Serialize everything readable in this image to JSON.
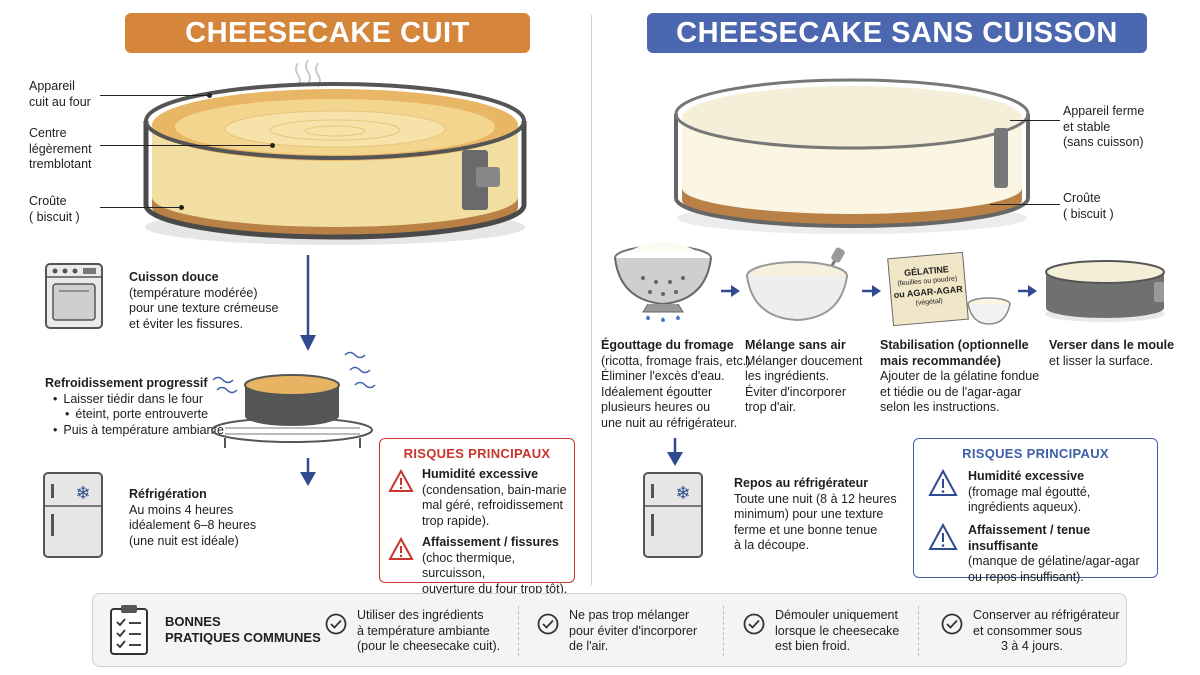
{
  "colors": {
    "baked_banner": "#D5863A",
    "nobake_banner": "#4A67B0",
    "risk_red": "#C8342E",
    "risk_blue": "#3E5FA8",
    "arrow_blue": "#2F4A8F"
  },
  "baked": {
    "title": "CHEESECAKE CUIT",
    "labels": {
      "appareil": [
        "Appareil",
        "cuit au four"
      ],
      "centre": [
        "Centre",
        "légèrement",
        "tremblotant"
      ],
      "croute": [
        "Croûte",
        "( biscuit )"
      ]
    },
    "step1": {
      "title": "Cuisson douce",
      "lines": [
        "(température modérée)",
        "pour une texture crémeuse",
        "et éviter les fissures."
      ]
    },
    "step2": {
      "title": "Refroidissement progressif",
      "bullets": [
        "Laisser tiédir dans le four",
        "éteint, porte entrouverte",
        "Puis à température ambiante"
      ]
    },
    "step3": {
      "title": "Réfrigération",
      "lines": [
        "Au moins 4 heures",
        "idéalement 6–8 heures",
        "(une nuit est idéale)"
      ]
    },
    "risks": {
      "title": "RISQUES PRINCIPAUX",
      "r1": {
        "title": "Humidité excessive",
        "lines": [
          "(condensation, bain-marie",
          "mal géré, refroidissement",
          "trop rapide)."
        ]
      },
      "r2": {
        "title": "Affaissement / fissures",
        "lines": [
          "(choc thermique, surcuisson,",
          "ouverture du four trop tôt)."
        ]
      }
    }
  },
  "nobake": {
    "title": "CHEESECAKE SANS CUISSON",
    "labels": {
      "appareil": [
        "Appareil ferme",
        "et stable",
        "(sans cuisson)"
      ],
      "croute": [
        "Croûte",
        "( biscuit )"
      ]
    },
    "card": {
      "l1": "GÉLATINE",
      "l2": "(feuilles ou poudre)",
      "l3": "ou AGAR-AGAR",
      "l4": "(végétal)"
    },
    "steps": [
      {
        "title": "Égouttage du fromage",
        "lines": [
          "(ricotta, fromage frais, etc.)",
          "Éliminer l'excès d'eau.",
          "Idéalement égoutter",
          "plusieurs heures ou",
          "une nuit au réfrigérateur."
        ]
      },
      {
        "title": "Mélange sans air",
        "lines": [
          "Mélanger doucement",
          "les ingrédients.",
          "Éviter d'incorporer",
          "trop d'air."
        ]
      },
      {
        "title": "Stabilisation (optionnelle",
        "title2": "mais recommandée)",
        "lines": [
          "Ajouter de la gélatine fondue",
          "et tiédie ou de l'agar-agar",
          "selon les instructions."
        ]
      },
      {
        "title": "Verser dans le moule",
        "lines": [
          "et lisser la surface."
        ]
      }
    ],
    "rest": {
      "title": "Repos au réfrigérateur",
      "lines": [
        "Toute une nuit (8 à 12 heures",
        "minimum) pour une texture",
        "ferme et une bonne tenue",
        "à la découpe."
      ]
    },
    "risks": {
      "title": "RISQUES PRINCIPAUX",
      "r1": {
        "title": "Humidité excessive",
        "lines": [
          "(fromage mal égoutté,",
          "ingrédients aqueux)."
        ]
      },
      "r2": {
        "title": "Affaissement / tenue insuffisante",
        "lines": [
          "(manque de gélatine/agar-agar",
          "ou repos insuffisant)."
        ]
      }
    }
  },
  "practices": {
    "title1": "BONNES",
    "title2": "PRATIQUES COMMUNES",
    "items": [
      {
        "lines": [
          "Utiliser des ingrédients",
          "à température ambiante",
          "(pour le cheesecake cuit)."
        ]
      },
      {
        "lines": [
          "Ne pas trop mélanger",
          "pour éviter d'incorporer",
          "de l'air."
        ]
      },
      {
        "lines": [
          "Démouler uniquement",
          "lorsque le cheesecake",
          "est bien froid."
        ]
      },
      {
        "lines": [
          "Conserver au réfrigérateur",
          "et consommer sous",
          "3 à 4 jours."
        ]
      }
    ]
  },
  "icons": [
    "oven-icon",
    "fridge-icon",
    "warning-icon",
    "checklist-icon",
    "check-circle-icon",
    "colander-icon",
    "bowl-icon",
    "gelatin-card-icon",
    "springform-pan-icon",
    "arrow-down-icon",
    "arrow-right-icon"
  ]
}
